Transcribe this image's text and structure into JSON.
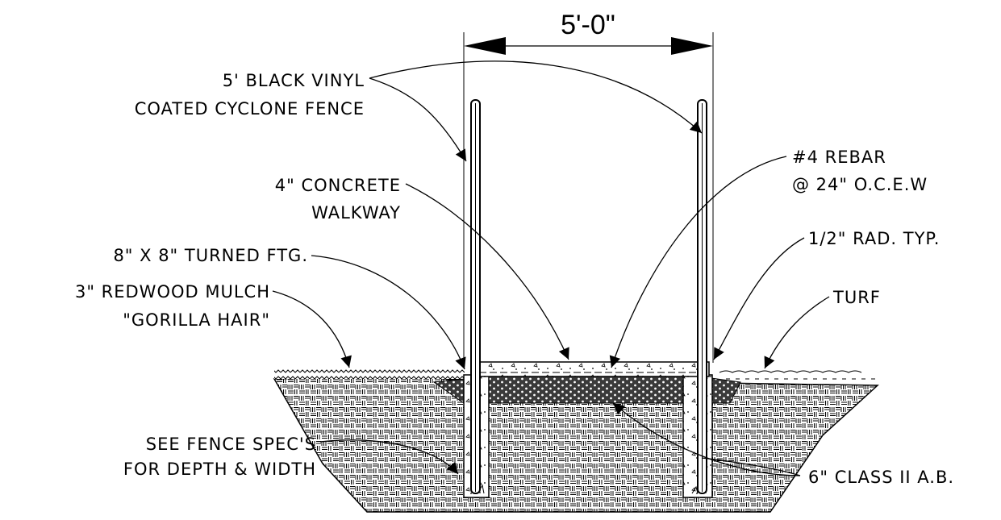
{
  "drawing": {
    "dimension": "5'-0\"",
    "labels": {
      "fence_line1": "5' BLACK VINYL",
      "fence_line2": "COATED CYCLONE FENCE",
      "concrete_line1": "4\" CONCRETE",
      "concrete_line2": "WALKWAY",
      "footing": "8\" X 8\" TURNED FTG.",
      "mulch_line1": "3\" REDWOOD MULCH",
      "mulch_line2": "\"GORILLA HAIR\"",
      "spec_line1": "SEE FENCE SPEC'S",
      "spec_line2": "FOR DEPTH & WIDTH",
      "rebar_line1": "#4 REBAR",
      "rebar_line2": "@ 24\" O.C.E.W",
      "radius": "1/2\" RAD. TYP.",
      "turf": "TURF",
      "base": "6\" CLASS II A.B."
    }
  }
}
